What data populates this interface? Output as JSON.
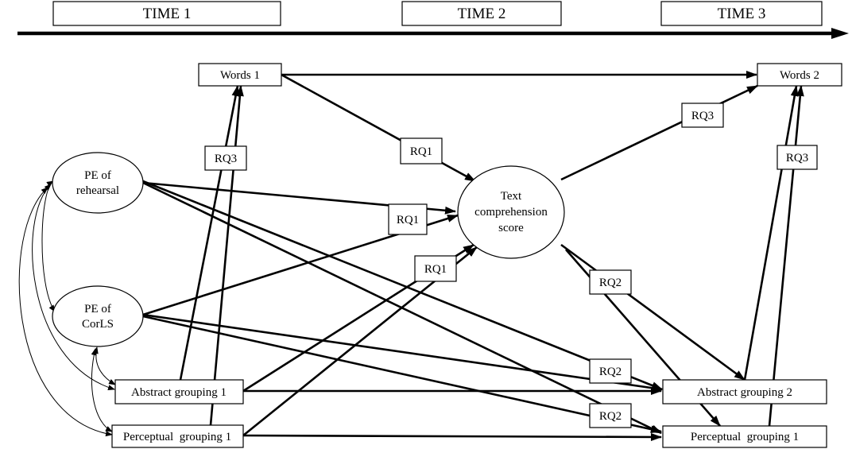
{
  "timeline": {
    "time1": "TIME 1",
    "time2": "TIME 2",
    "time3": "TIME 3"
  },
  "nodes": {
    "words1": "Words 1",
    "words2": "Words 2",
    "pe_rehearsal": [
      "PE of",
      "rehearsal"
    ],
    "pe_corls": [
      "PE of",
      "CorLS"
    ],
    "text_comprehension": [
      "Text",
      "comprehension",
      "score"
    ],
    "abstract_grouping1": "Abstract grouping 1",
    "perceptual_grouping1_left": "Perceptual  grouping 1",
    "abstract_grouping2": "Abstract grouping 2",
    "perceptual_grouping1_right": "Perceptual  grouping 1"
  },
  "rq_labels": {
    "rq3_left": "RQ3",
    "rq1_top": "RQ1",
    "rq1_mid": "RQ1",
    "rq1_low": "RQ1",
    "rq3_top_right": "RQ3",
    "rq3_right": "RQ3",
    "rq2_upper": "RQ2",
    "rq2_mid": "RQ2",
    "rq2_low": "RQ2"
  }
}
